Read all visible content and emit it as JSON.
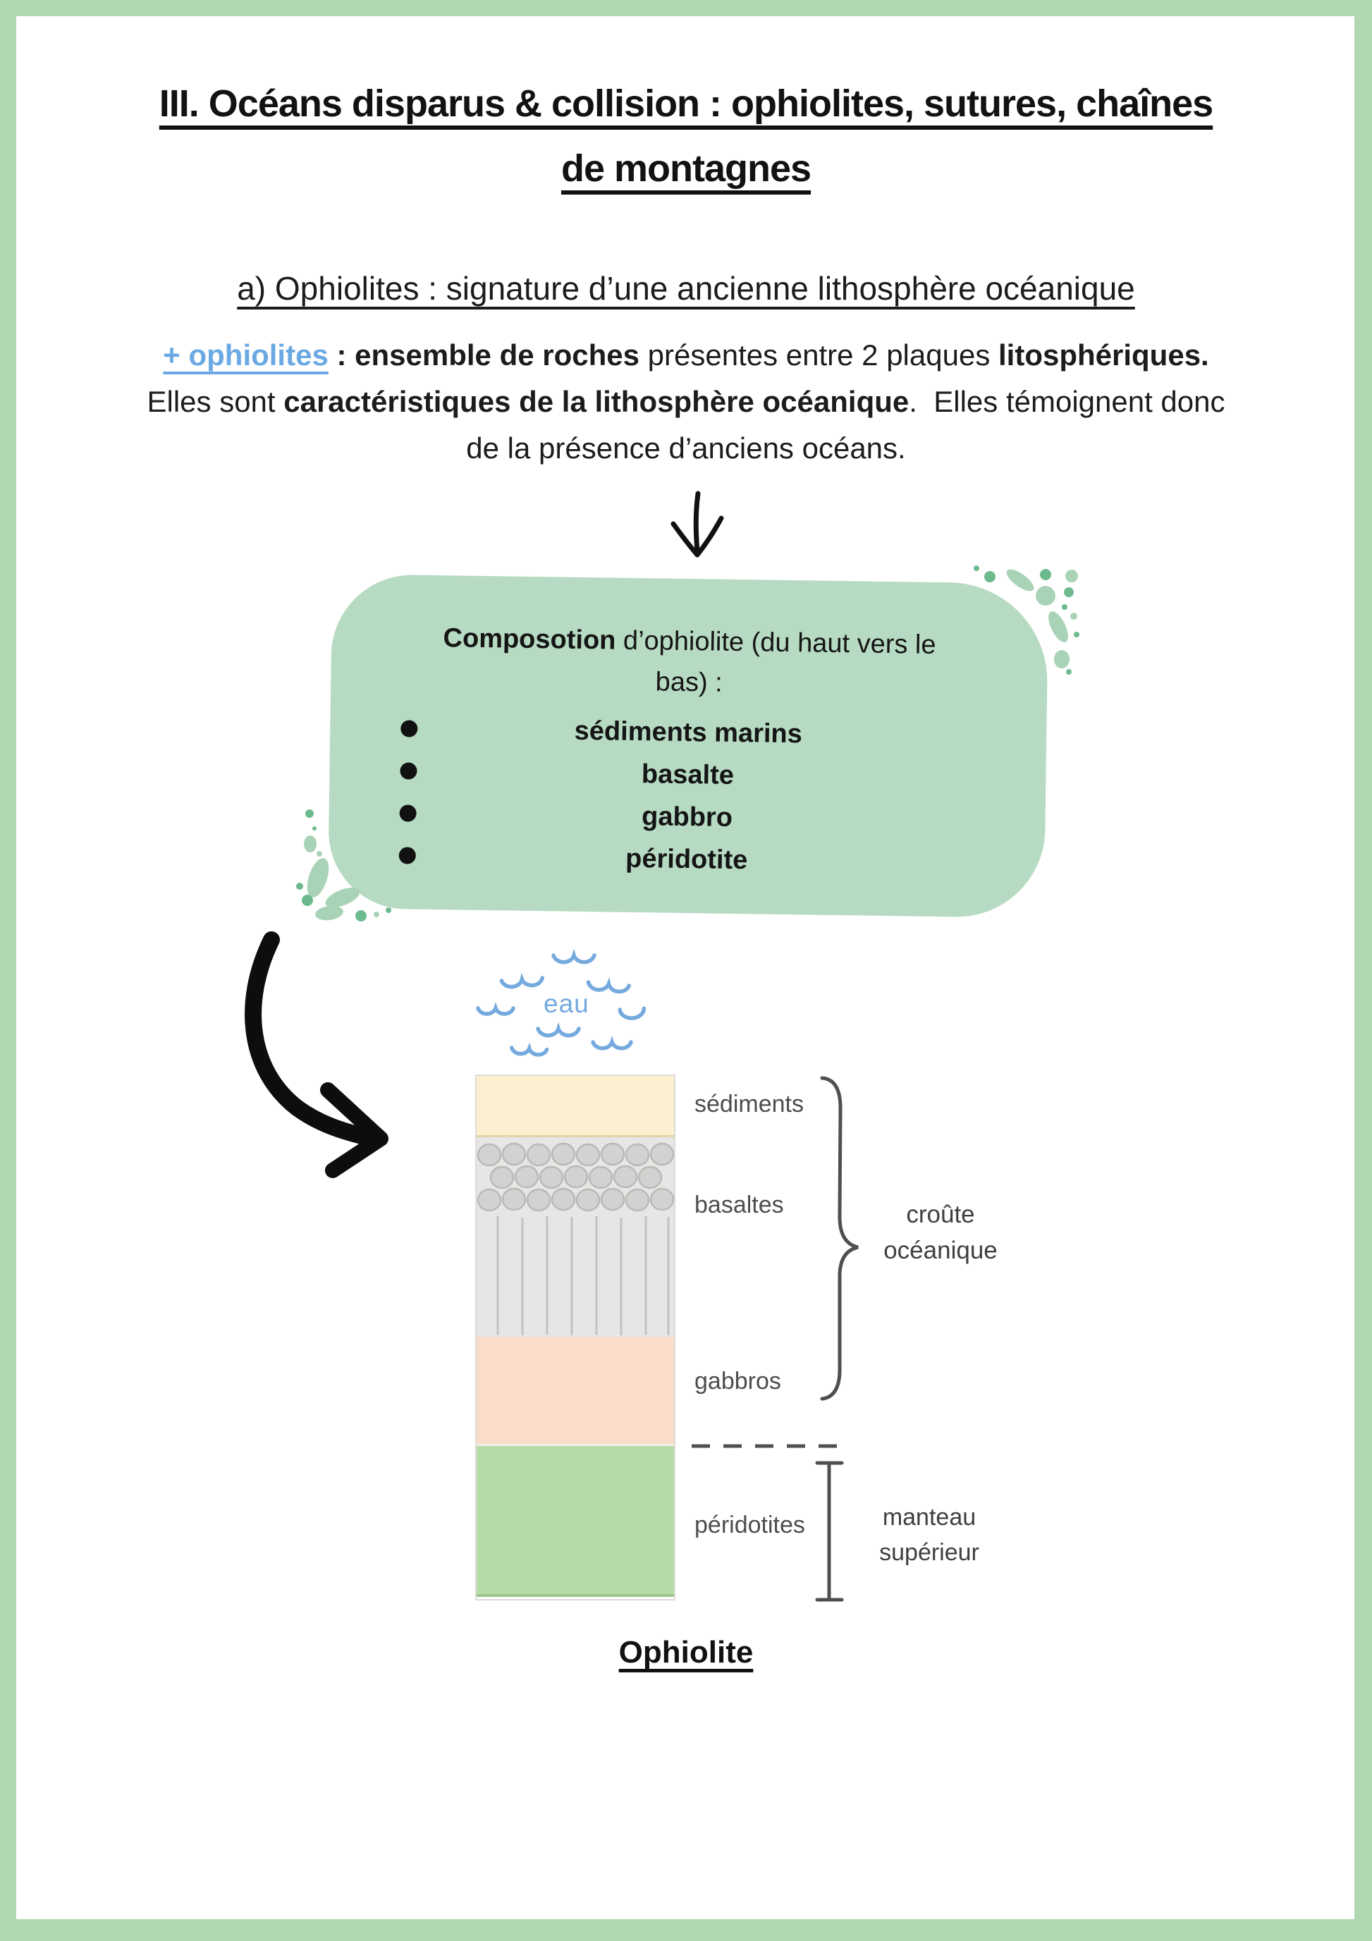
{
  "colors": {
    "page_border_green": "#b2d8b2",
    "composition_box_green": "#b6dac2",
    "accent_blue": "#6aa9e4",
    "water_blue": "#74aade",
    "layer_sediments": "#fbf0cf",
    "layer_basalts": "#e7e6e4",
    "layer_gabbros": "#f9dcca",
    "layer_peridotites": "#b6dba6",
    "diagram_label_gray": "#4d4d4d",
    "decoration_green_light": "#a9d3b6",
    "decoration_green_dark": "#6cba8e",
    "ink_black": "#121212"
  },
  "title": {
    "line1": "III. Océans disparus & collision : ophiolites, sutures, chaînes",
    "line2": "de montagnes"
  },
  "section_heading": "a) Ophiolites : signature d’une ancienne lithosphère océanique",
  "definition": {
    "line1": {
      "term": "+ ophiolites",
      "bold_a": " : ensemble de roches",
      "plain_a": " présentes entre 2 plaques ",
      "bold_b": "litosphériques."
    },
    "line2": {
      "plain_a": "Elles sont ",
      "bold_a": "caractéristiques de la lithosphère océanique",
      "plain_b": ".  Elles témoignent donc"
    },
    "line3": {
      "plain_a": "de la présence d’anciens océans."
    }
  },
  "composition_box": {
    "intro_line1_bold": "Composotion",
    "intro_line1_rest": " d’ophiolite (du haut vers le",
    "intro_line2": "bas) :",
    "items": [
      "sédiments marins",
      "basalte",
      "gabbro",
      "péridotite"
    ]
  },
  "diagram": {
    "water_label": "eau",
    "layer_labels": {
      "sediments": "sédiments",
      "basalts": "basaltes",
      "gabbros": "gabbros",
      "peridotites": "péridotites"
    },
    "crust_label": {
      "line1": "croûte",
      "line2": "océanique"
    },
    "mantle_label": {
      "line1": "manteau",
      "line2": "supérieur"
    },
    "caption": "Ophiolite"
  }
}
